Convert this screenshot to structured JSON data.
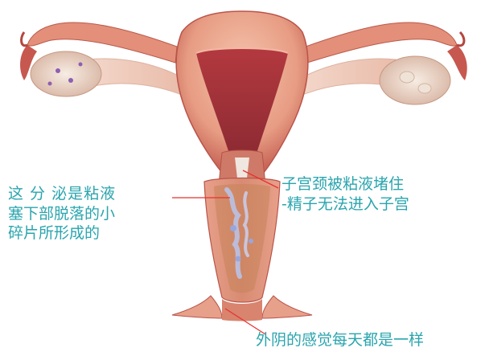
{
  "labels": {
    "left_line1": "这 分 泌是粘液",
    "left_line2": "塞下部脱落的小",
    "left_line3": "碎片所形成的",
    "right_line1": "子宫颈被粘液堵住",
    "right_line2": "-精子无法进入子宫",
    "bottom": "外阴的感觉每天都是一样"
  },
  "colors": {
    "label_text": "#2aa5ae",
    "pointer_line": "#e8322f",
    "tissue_light": "#efb49c",
    "tissue_mid": "#e0907a",
    "tissue_dark": "#b8443f",
    "cavity": "#a8333a",
    "mucus": "#b9c2e6",
    "ovary": "#efe1d4",
    "background": "#ffffff"
  }
}
